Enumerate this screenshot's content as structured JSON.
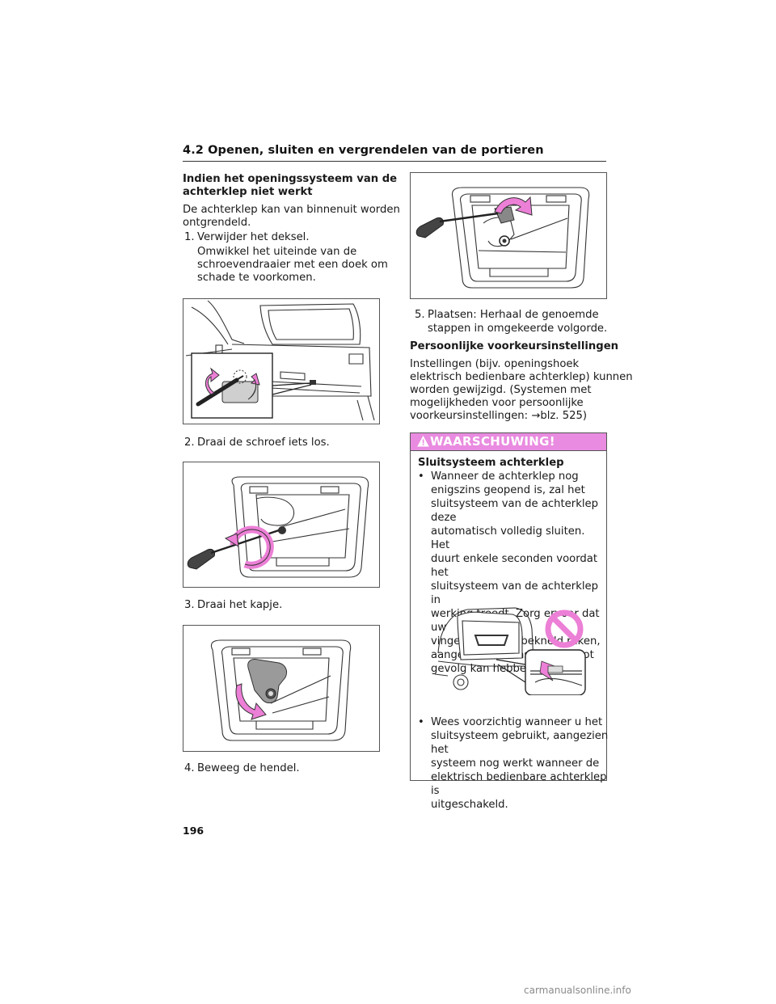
{
  "header": {
    "section_title": "4.2  Openen, sluiten en vergrendelen van de portieren"
  },
  "left": {
    "heading_line1": "Indien het openingssysteem van de",
    "heading_line2": "achterklep niet werkt",
    "intro_line1": "De achterklep kan van binnenuit worden",
    "intro_line2": "ontgrendeld.",
    "step1_num": "1.",
    "step1_text": "Verwijder het deksel.",
    "step1_note_line1": "Omwikkel het uiteinde van de",
    "step1_note_line2": "schroevendraaier met een doek om",
    "step1_note_line3": "schade te voorkomen.",
    "step2_num": "2.",
    "step2_text": "Draai de schroef iets los.",
    "step3_num": "3.",
    "step3_text": "Draai het kapje.",
    "step4_num": "4.",
    "step4_text": "Beweeg de hendel."
  },
  "right": {
    "step5_num": "5.",
    "step5_line1": "Plaatsen: Herhaal de genoemde",
    "step5_line2": "stappen in omgekeerde volgorde.",
    "prefs_heading": "Persoonlijke voorkeursinstellingen",
    "prefs_line1": "Instellingen (bijv. openingshoek",
    "prefs_line2": "elektrisch bedienbare achterklep) kunnen",
    "prefs_line3": "worden gewijzigd. (Systemen met",
    "prefs_line4": "mogelijkheden voor persoonlijke",
    "prefs_line5": "voorkeursinstellingen: →blz. 525)"
  },
  "warning": {
    "title": "WAARSCHUWING!",
    "subheading": "Sluitsysteem achterklep",
    "bullet_char": "•",
    "bullet1_line1": "Wanneer de achterklep nog",
    "bullet1_line2": "enigszins geopend is, zal het",
    "bullet1_line3": "sluitsysteem van de achterklep deze",
    "bullet1_line4": "automatisch volledig sluiten. Het",
    "bullet1_line5": "duurt enkele seconden voordat het",
    "bullet1_line6": "sluitsysteem van de achterklep in",
    "bullet1_line7": "werking treedt. Zorg ervoor dat uw",
    "bullet1_line8": "vingers e.d. niet bekneld raken,",
    "bullet1_line9": "aangezien dit ernstig letsel tot",
    "bullet1_line10": "gevolg kan hebben.",
    "bullet2_line1": "Wees voorzichtig wanneer u het",
    "bullet2_line2": "sluitsysteem gebruikt, aangezien het",
    "bullet2_line3": "systeem nog werkt wanneer de",
    "bullet2_line4": "elektrisch bedienbare achterklep is",
    "bullet2_line5": "uitgeschakeld."
  },
  "page_number": "196",
  "footer": "carmanualsonline.info",
  "colors": {
    "accent_pink": "#e98be0",
    "arrow_pink": "#ec7fd6"
  }
}
